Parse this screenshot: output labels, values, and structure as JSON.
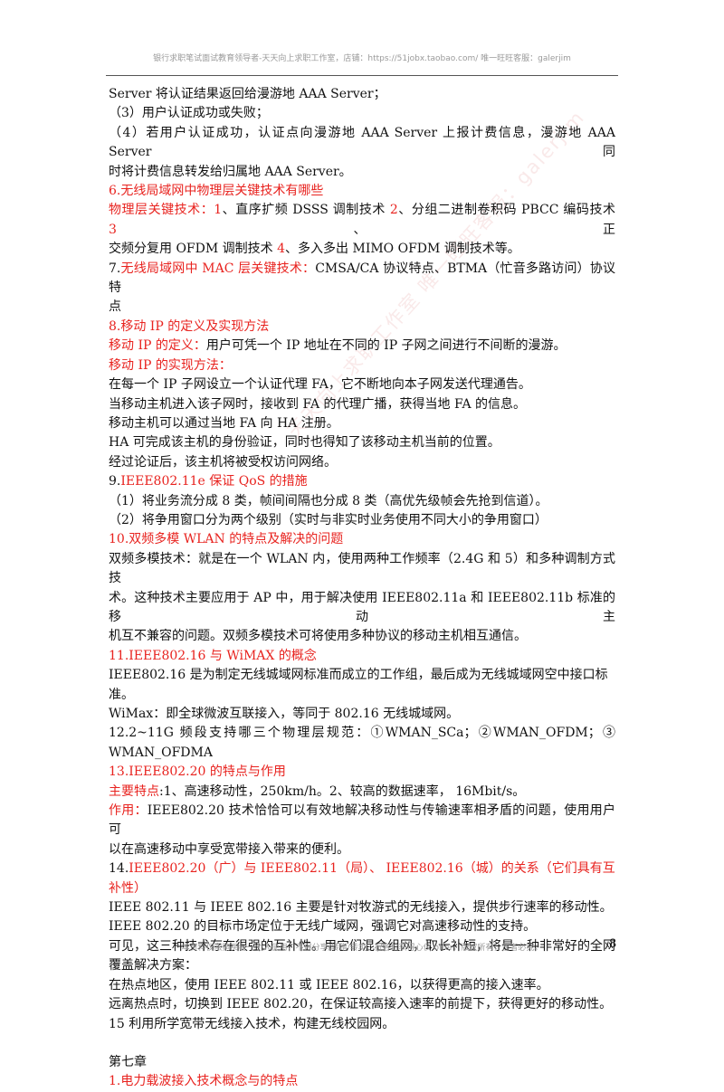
{
  "header": {
    "text": "银行求职笔试面试教育领导者-天天向上求职工作室，店铺：https://51jobx.taobao.com/ 唯一旺旺客服：galerjim"
  },
  "watermark": {
    "text": "天天向上求职工作室 唯一旺旺客服：galerjim"
  },
  "body": {
    "l1": "Server 将认证结果返回给漫游地 AAA Server；",
    "l2": "（3）用户认证成功或失败；",
    "l3": "（4）若用户认证成功，认证点向漫游地 AAA Server 上报计费信息，漫游地 AAA Server 同",
    "l4": "时将计费信息转发给归属地 AAA Server。",
    "h6": "6.无线局域网中物理层关键技术有哪些",
    "p6a_1": "物理层关键技术：1",
    "p6a_2": "、直序扩频 DSSS 调制技术 ",
    "p6a_3": "2",
    "p6a_4": "、分组二进制卷积码 PBCC 编码技术 ",
    "p6a_5": "3",
    "p6a_6": "、正",
    "p6b_1": "交频分复用 OFDM 调制技术 ",
    "p6b_2": "4",
    "p6b_3": "、多入多出 MIMO OFDM 调制技术等。",
    "h7_1": "7.",
    "h7_2": "无线局域网中 MAC 层关键技术：",
    "h7_3": "CMSA/CA 协议特点、BTMA（忙音多路访问）协议特",
    "h7_4": "点",
    "h8": "8.移动 IP 的定义及实现方法",
    "p8a_1": "移动 IP 的定义：",
    "p8a_2": "用户可凭一个 IP 地址在不同的 IP 子网之间进行不间断的漫游。",
    "p8b": "移动 IP 的实现方法：",
    "p8c": "在每一个 IP 子网设立一个认证代理 FA，它不断地向本子网发送代理通告。",
    "p8d": "当移动主机进入该子网时，接收到 FA 的代理广播，获得当地 FA 的信息。",
    "p8e": "移动主机可以通过当地 FA 向 HA 注册。",
    "p8f": "HA 可完成该主机的身份验证，同时也得知了该移动主机当前的位置。",
    "p8g": "经过论证后，该主机将被受权访问网络。",
    "h9_1": "9.",
    "h9_2": "IEEE802.11e 保证 QoS 的措施",
    "p9a": "（1）将业务流分成 8 类，帧间间隔也分成 8 类（高优先级帧会先抢到信道）。",
    "p9b": "（2）将争用窗口分为两个级别（实时与非实时业务使用不同大小的争用窗口）",
    "h10": "10.双频多模 WLAN 的特点及解决的问题",
    "p10a": "双频多模技术：就是在一个 WLAN 内，使用两种工作频率（2.4G 和 5）和多种调制方式技",
    "p10b": "术。这种技术主要应用于 AP 中，用于解决使用 IEEE802.11a 和 IEEE802.11b 标准的移动主",
    "p10c": "机互不兼容的问题。双频多模技术可将使用多种协议的移动主机相互通信。",
    "h11": "11.IEEE802.16 与 WiMAX 的概念",
    "p11a": "IEEE802.16 是为制定无线城域网标准而成立的工作组，最后成为无线城域网空中接口标准。",
    "p11b": "WiMax：即全球微波互联接入，等同于 802.16 无线城域网。",
    "p12a": "12.2~11G 频段支持哪三个物理层规范：①WMAN_SCa；②WMAN_OFDM；③",
    "p12b": "WMAN_OFDMA",
    "h13": "13.IEEE802.20 的特点与作用",
    "p13a_1": "主要特点",
    "p13a_2": ":1、高速移动性，250km/h。2、较高的数据速率， 16Mbit/s。",
    "p13b_1": "作用：",
    "p13b_2": "IEEE802.20 技术恰恰可以有效地解决移动性与传输速率相矛盾的问题，使用用户可",
    "p13c": "以在高速移动中享受宽带接入带来的便利。",
    "h14_1": "14.",
    "h14_2": "IEEE802.20（广）与 IEEE802.11（局）、 IEEE802.16（城）的关系（它们具有互补性）",
    "p14a": "IEEE 802.11 与 IEEE 802.16 主要是针对牧游式的无线接入，提供步行速率的移动性。",
    "p14b": "IEEE 802.20 的目标市场定位于无线广域网，强调它对高速移动性的支持。",
    "p14c": "可见，这三种技术存在很强的互补性。用它们混合组网，取长补短，将是一种非常好的全网",
    "p14d": "覆盖解决方案：",
    "p14e": "在热点地区，使用 IEEE 802.11 或 IEEE 802.16，以获得更高的接入速率。",
    "p14f": "远离热点时，切换到 IEEE 802.20，在保证较高接入速率的前提下，获得更好的移动性。",
    "p15": "15 利用所学宽带无线接入技术，构建无线校园网。",
    "ch7": "第七章",
    "ch7_1": "1.电力载波接入技术概念与的特点"
  },
  "footer": {
    "text": "本资料仅限购买者一个人使用，不得分享/转赠/转卖，祝各位获得心仪 offer，版权所有，违者必究。",
    "page_number": "8"
  }
}
